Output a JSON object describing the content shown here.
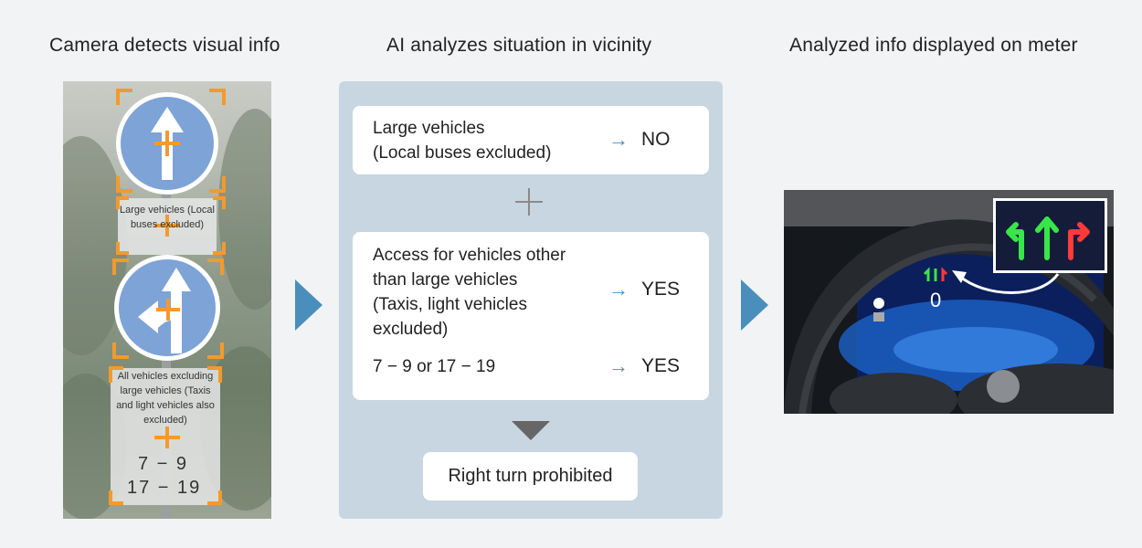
{
  "columns": {
    "camera_title": "Camera detects visual info",
    "ai_title": "AI analyzes situation in vicinity",
    "meter_title": "Analyzed info displayed on meter"
  },
  "sign_photo": {
    "sign1_text": "Large vehicles (Local buses excluded)",
    "sign2_text": "All vehicles excluding large vehicles (Taxis and light vehicles also excluded)",
    "time1": "7 − 9",
    "time2": "17 − 19"
  },
  "analysis": {
    "card1": {
      "line1": "Large vehicles",
      "line2": "(Local buses excluded)",
      "arrow": "→",
      "result": "NO"
    },
    "card2": {
      "line1": "Access for vehicles other",
      "line2": "than large vehicles",
      "line3": "(Taxis, light vehicles",
      "line4": "excluded)",
      "arrow": "→",
      "result1": "YES",
      "time_text": "7 − 9 or 17 − 19",
      "result2": "YES"
    },
    "conclusion": "Right turn prohibited"
  },
  "colors": {
    "accent_arrow": "#4a8fbb",
    "panel_bg": "#c7d6e1",
    "bracket": "#f39a2c",
    "sign_blue": "#7ea3d6"
  },
  "icons": {
    "flow_arrow": "triangle-right-icon",
    "down_arrow": "triangle-down-icon",
    "plus": "plus-icon"
  }
}
